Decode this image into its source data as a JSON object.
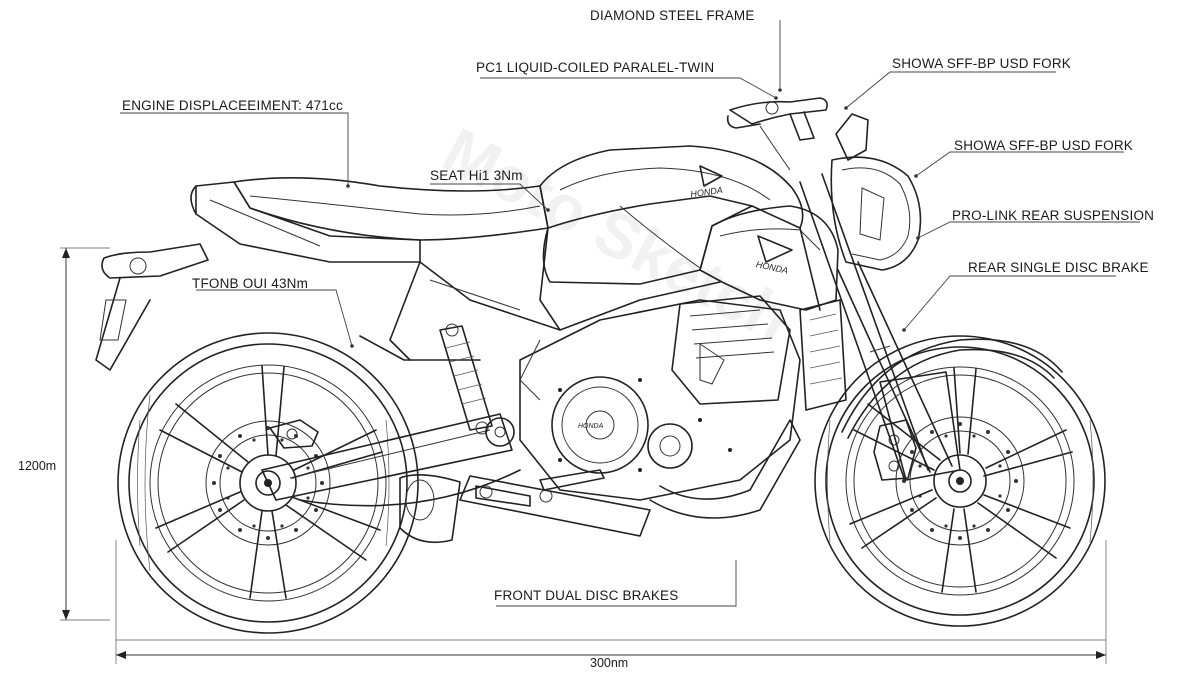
{
  "labels": {
    "frame": "DIAMOND STEEL FRAME",
    "engine": "PC1 LIQUID-COILED PARALEL-TWIN",
    "fork_top": "SHOWA SFF-BP USD FORK",
    "fork_mid": "SHOWA SFF-BP USD FORK",
    "displacement": "ENGINE DISPLACEEIMENT: 471cc",
    "seat": "SEAT Hi1 3Nm",
    "suspension": "PRO-LINK REAR SUSPENSION",
    "rear_brake": "REAR SINGLE DISC BRAKE",
    "torque": "TFONB OUI 43Nm",
    "front_brakes": "FRONT DUAL DISC BRAKES"
  },
  "dimensions": {
    "height": "1200m",
    "length": "300nm"
  },
  "brand": {
    "tank_logo": "HONDA",
    "side_logo": "HONDA",
    "engine_badge": "HONDA"
  },
  "watermark": "Moto Sketch"
}
